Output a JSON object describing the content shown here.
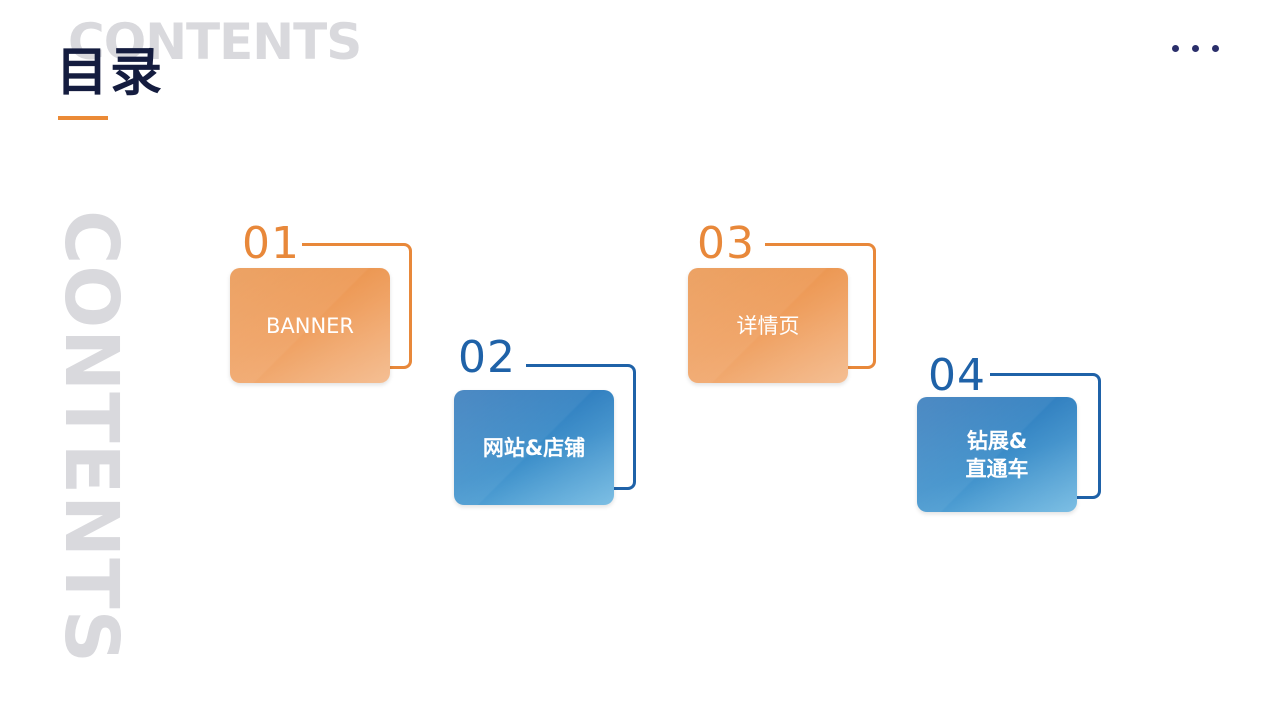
{
  "header": {
    "watermark": "CONTENTS",
    "title": "目录"
  },
  "side_watermark": "CONTENTS",
  "menu_dots": "• • •",
  "items": [
    {
      "number": "01",
      "label": "BANNER",
      "color": "#e8883a"
    },
    {
      "number": "02",
      "label": "网站&店铺",
      "color": "#1f62a8"
    },
    {
      "number": "03",
      "label": "详情页",
      "color": "#e8883a"
    },
    {
      "number": "04",
      "label": "钻展&\n直通车",
      "color": "#1f62a8"
    }
  ],
  "colors": {
    "accent_orange": "#e8883a",
    "accent_blue": "#1f62a8",
    "title_text": "#141c3f",
    "watermark": "#d9d9dd"
  }
}
